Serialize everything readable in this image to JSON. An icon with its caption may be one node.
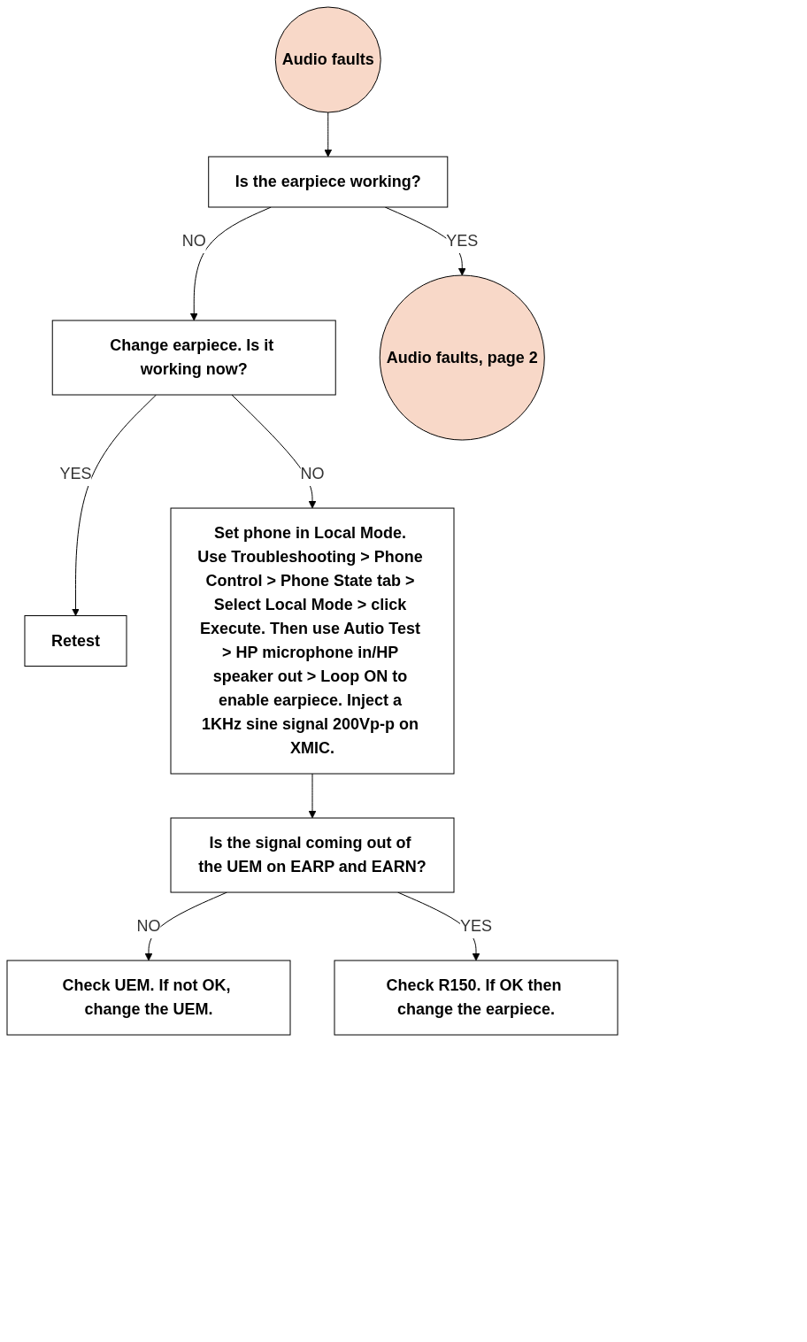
{
  "diagram": {
    "nodes": [
      {
        "text": [
          "Audio faults"
        ]
      },
      {
        "text": [
          "Is the earpiece working?"
        ]
      },
      {
        "text": [
          "Change earpiece. Is it working now?"
        ]
      },
      {
        "text": [
          "Retest"
        ]
      },
      {
        "text": [
          "Set phone in Local Mode. Use Troubleshooting > Phone Control > Phone State tab > Select Local Mode > click Execute. Then use Autio Test > HP microphone in/HP speaker out > Loop ON to enable earpiece. Inject a 1KHz sine signal 200Vp-p on XMIC."
        ]
      },
      {
        "text": [
          "Is the signal coming out of the UEM on EARP and EARN?"
        ]
      },
      {
        "text": [
          "Check UEM. If not OK, change the UEM."
        ]
      },
      {
        "text": [
          "Check R150. If OK then change the earpiece."
        ]
      },
      {
        "text": [
          "Audio faults, page 2"
        ]
      }
    ],
    "edges": [
      {
        "from": 0,
        "to": 1,
        "arrow": "to"
      },
      {
        "from": 1,
        "to": 2,
        "arrow": "to",
        "label": "NO"
      },
      {
        "from": 2,
        "to": 3,
        "arrow": "to",
        "label": "YES"
      },
      {
        "from": 2,
        "to": 4,
        "arrow": "to",
        "label": "NO"
      },
      {
        "from": 4,
        "to": 5,
        "arrow": "to"
      },
      {
        "from": 5,
        "to": 6,
        "arrow": "to",
        "label": "NO"
      },
      {
        "from": 5,
        "to": 7,
        "arrow": "to",
        "label": "YES"
      },
      {
        "from": 1,
        "to": 8,
        "arrow": "to",
        "label": "YES"
      }
    ]
  }
}
